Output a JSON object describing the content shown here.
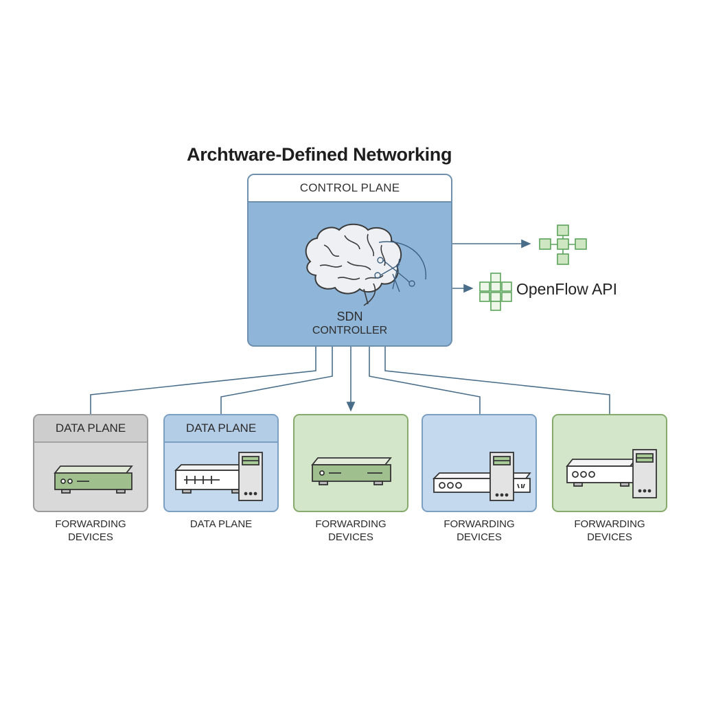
{
  "title": "Archtware-Defined Networking",
  "controller": {
    "header": "CONTROL PLANE",
    "name_line1": "SDN",
    "name_line2": "CONTROLLER"
  },
  "api_label": "OpenFlow API",
  "devices": [
    {
      "header": "DATA PLANE",
      "caption_line1": "FORWARDING",
      "caption_line2": "DEVICES",
      "style": "gray"
    },
    {
      "header": "DATA PLANE",
      "caption_line1": "DATA PLANE",
      "caption_line2": "",
      "style": "blue"
    },
    {
      "header": "",
      "caption_line1": "FORWARDING",
      "caption_line2": "DEVICES",
      "style": "green"
    },
    {
      "header": "",
      "caption_line1": "FORWARDING",
      "caption_line2": "DEVICES",
      "style": "blue"
    },
    {
      "header": "",
      "caption_line1": "FORWARDING",
      "caption_line2": "DEVICES",
      "style": "green"
    }
  ],
  "colors": {
    "controller_fill": "#8fb5d9",
    "connector": "#4a6e8a",
    "green_accent": "#5aa35a",
    "device_green": "#d4e6c9",
    "device_blue": "#c4d9ed",
    "device_gray": "#d9d9d9"
  },
  "icons": [
    "brain-icon",
    "network-topology-icon",
    "openflow-api-icon",
    "router-icon",
    "switch-icon",
    "server-icon"
  ]
}
